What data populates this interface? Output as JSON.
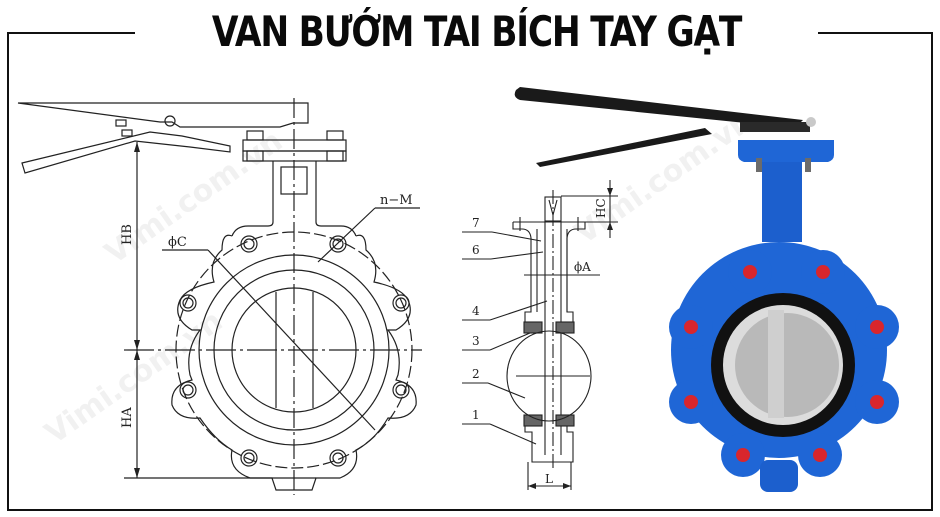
{
  "title": "VAN BƯỚM TAI BÍCH TAY GẠT",
  "watermark": "Vimi.com.vn",
  "front_view": {
    "labels": {
      "bolt_spec": "n−M",
      "bolt_circle": "ϕC",
      "height_b": "HB",
      "height_a": "HA"
    }
  },
  "side_view": {
    "part_numbers": [
      "7",
      "6",
      "4",
      "3",
      "2",
      "1"
    ],
    "labels": {
      "height_c": "HC",
      "shaft_diameter": "ϕA",
      "length": "L"
    }
  },
  "photo": {
    "body_color": "#1f66d6",
    "bolt_color": "#d8262c",
    "handle_color": "#1a1a1a",
    "disc_color": "#b9b9b9",
    "seat_color": "#111111"
  }
}
